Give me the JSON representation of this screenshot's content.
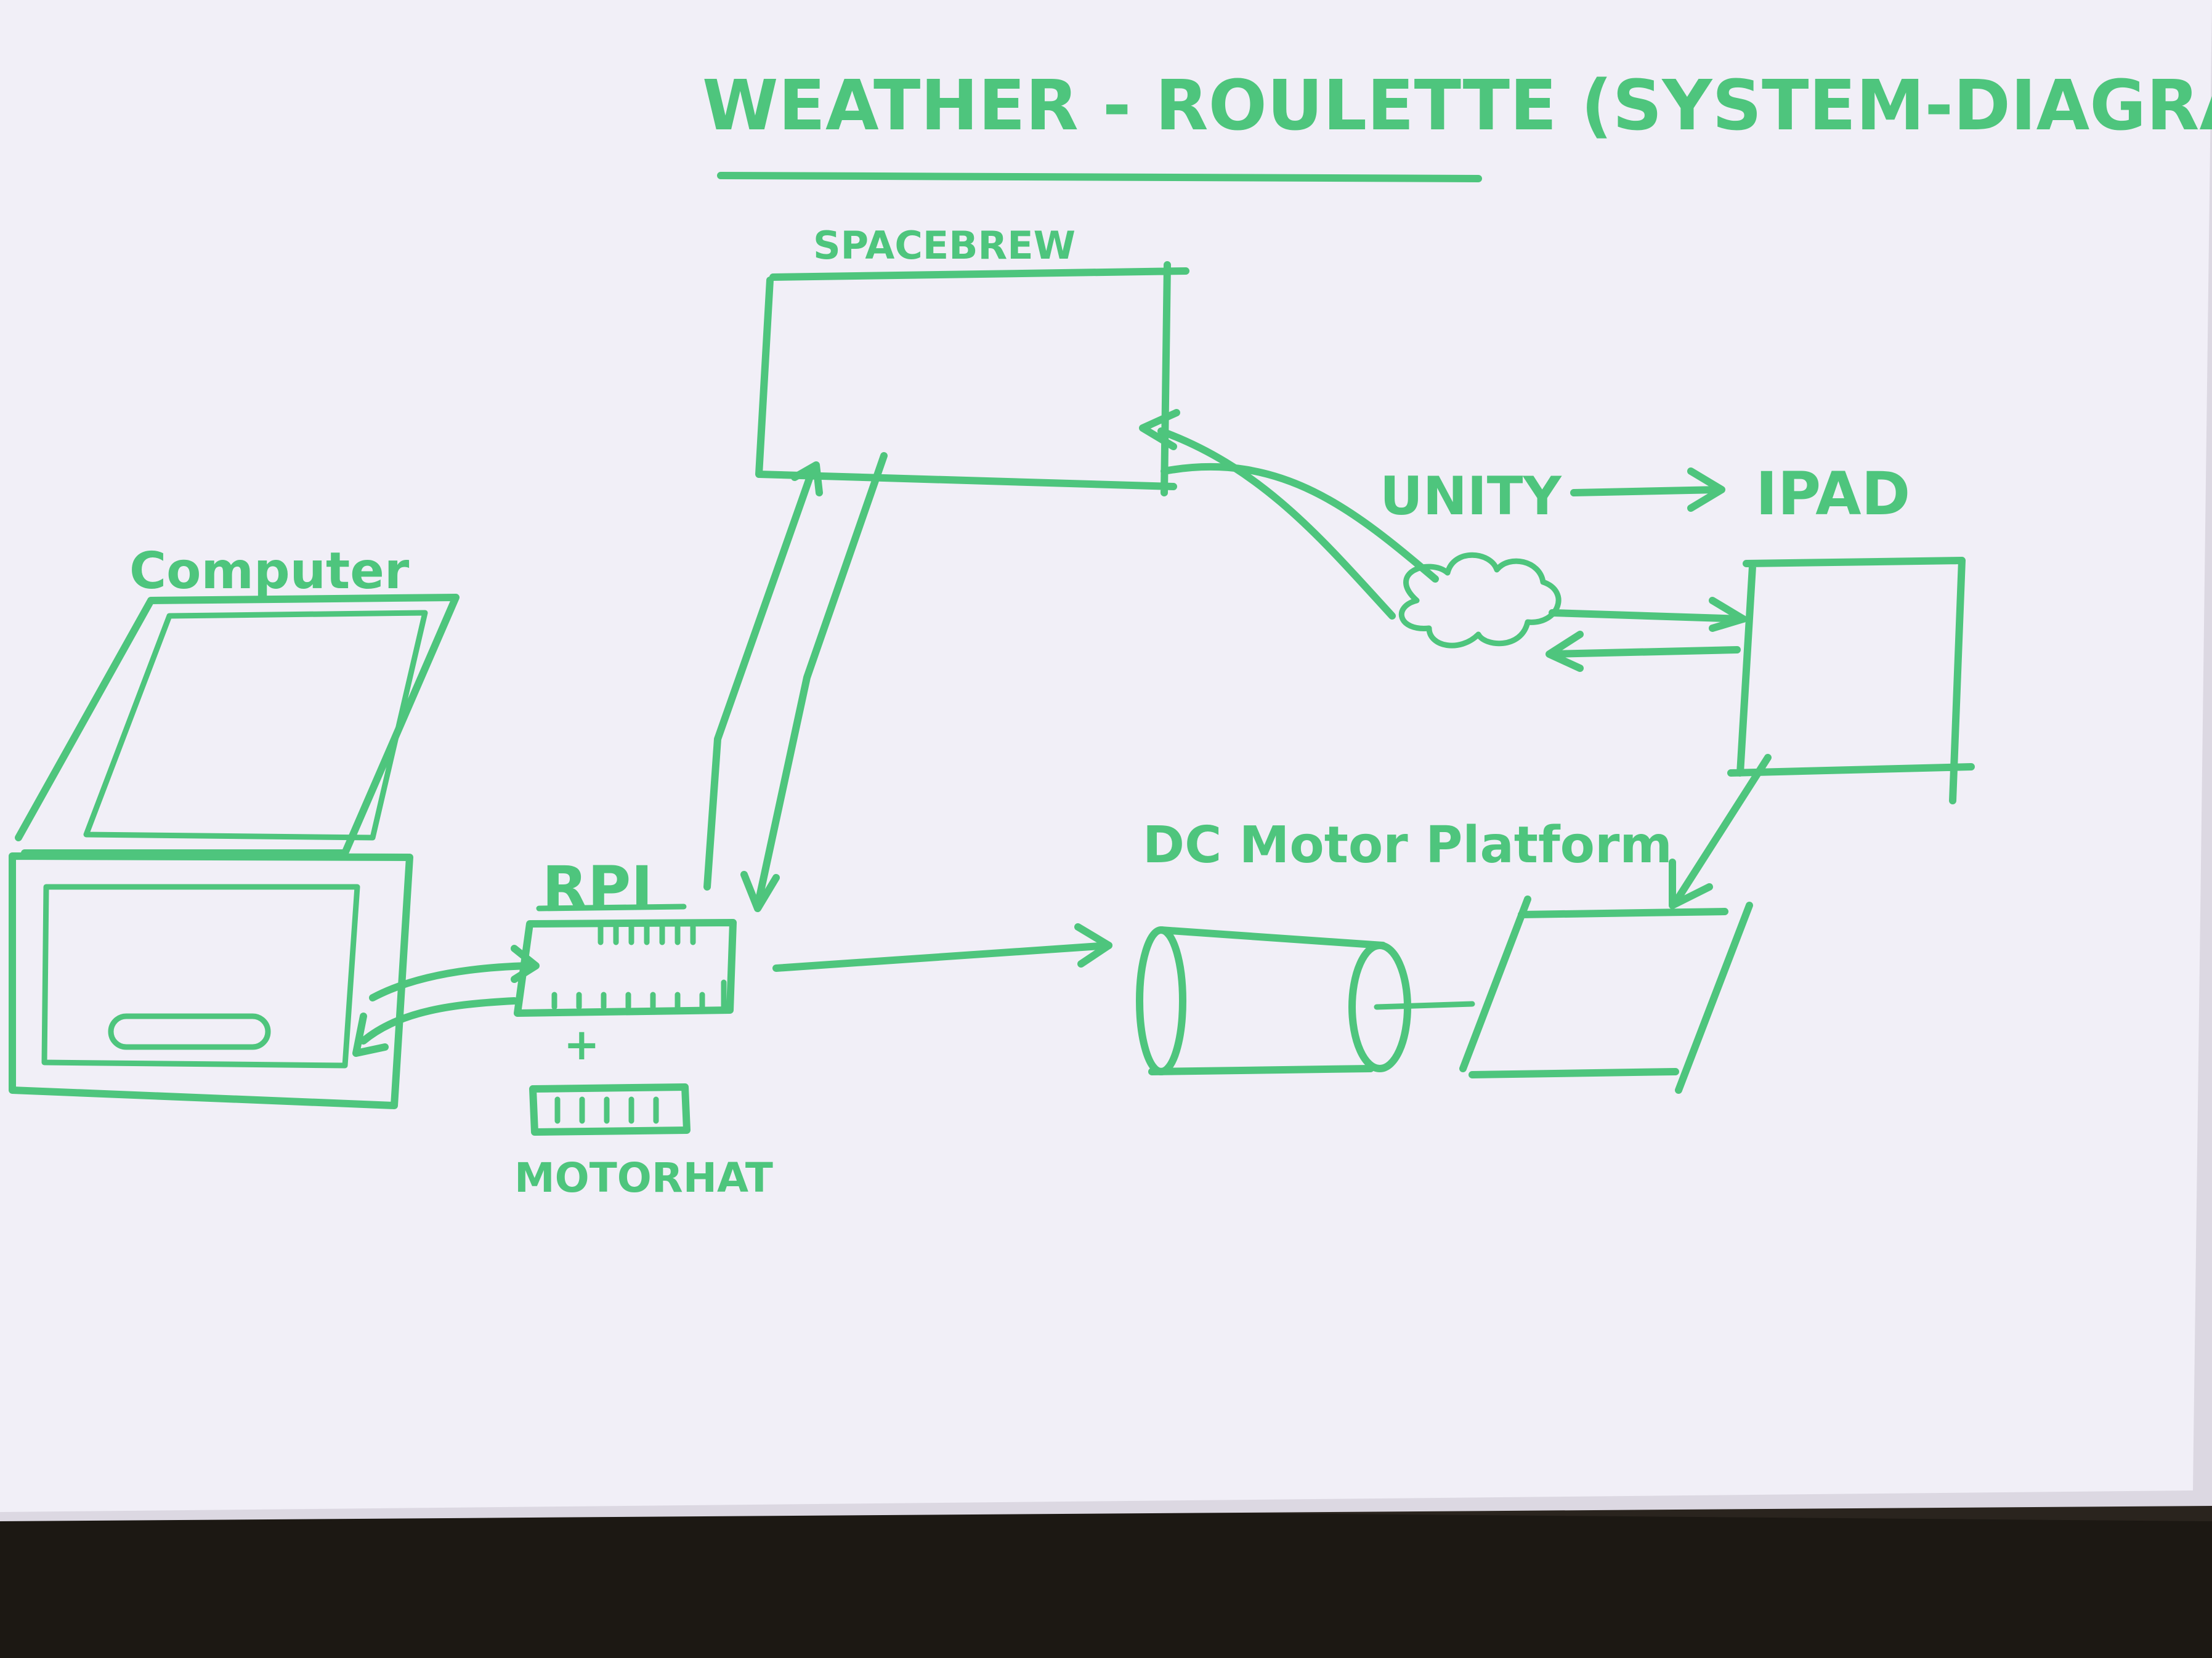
{
  "diagram": {
    "title": "WEATHER - ROULETTE (SYSTEM-DIAGRAM)",
    "labels": {
      "spacebrew": "SPACEBREW",
      "computer": "Computer",
      "rpi": "RPI",
      "plus": "+",
      "motorhat": "MOTORHAT",
      "unity": "UNITY",
      "ipad": "IPAD",
      "dc_motor_platform": "DC Motor Platform"
    },
    "colors": {
      "ink": "#4ec57d",
      "paper": "#f1eff7",
      "background": "#2a241e"
    }
  }
}
